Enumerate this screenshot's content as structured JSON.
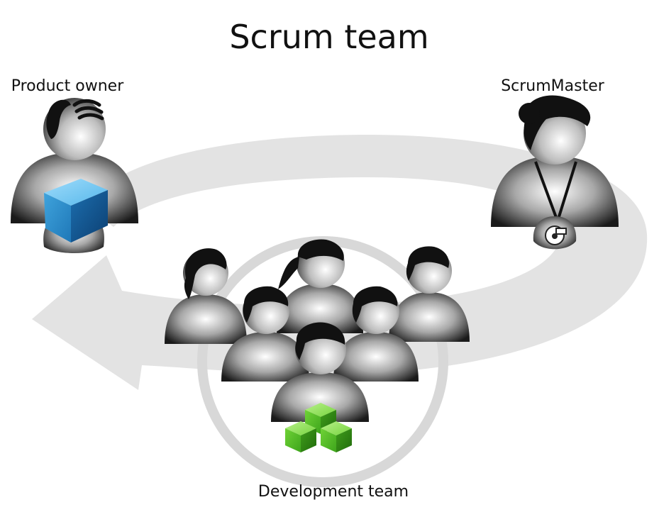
{
  "diagram": {
    "title": "Scrum team",
    "roles": {
      "product_owner": "Product owner",
      "scrum_master": "ScrumMaster",
      "development_team": "Development team"
    }
  },
  "colors": {
    "background": "#ffffff",
    "cycle_arrow": "#e3e3e3",
    "team_ring": "#d6d6d6",
    "person_light": "#ffffff",
    "person_dark": "#1c1c1c",
    "hair": "#111111",
    "product_cube": "#3aa0dc",
    "team_cubes": "#5cc62e"
  }
}
